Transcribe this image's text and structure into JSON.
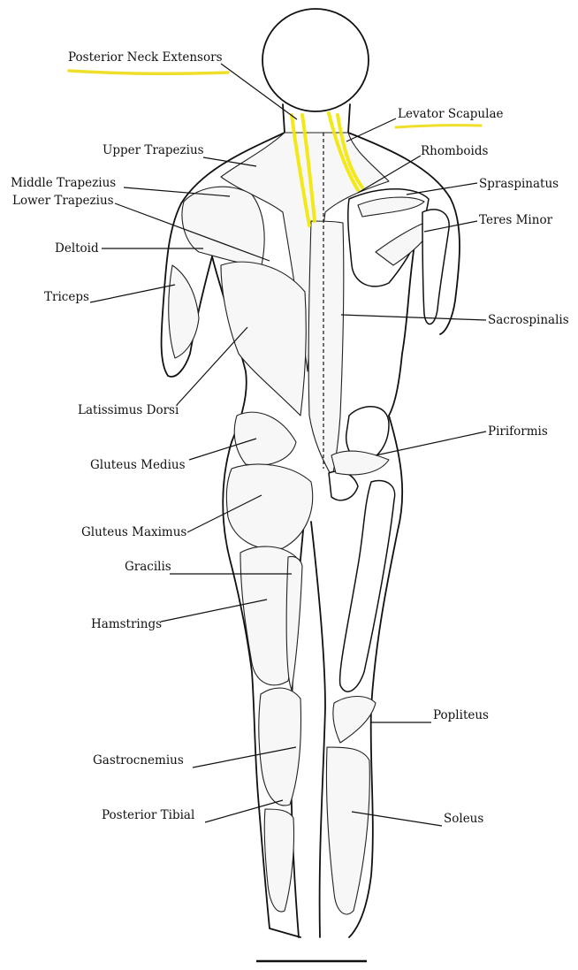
{
  "labels": {
    "posterior_neck_extensors": "Posterior Neck Extensors",
    "levator_scapulae": "Levator Scapulae",
    "upper_trapezius": "Upper Trapezius",
    "rhomboids": "Rhomboids",
    "middle_trapezius": "Middle Trapezius",
    "spraspinatus": "Spraspinatus",
    "lower_trapezius": "Lower Trapezius",
    "teres_minor": "Teres Minor",
    "deltoid": "Deltoid",
    "triceps": "Triceps",
    "sacrospinalis": "Sacrospinalis",
    "latissimus_dorsi": "Latissimus Dorsi",
    "piriformis": "Piriformis",
    "gluteus_medius": "Gluteus Medius",
    "gluteus_maximus": "Gluteus Maximus",
    "gracilis": "Gracilis",
    "hamstrings": "Hamstrings",
    "popliteus": "Popliteus",
    "gastrocnemius": "Gastrocnemius",
    "posterior_tibial": "Posterior Tibial",
    "soleus": "Soleus"
  },
  "colors": {
    "highlight": "#f2e600",
    "underline": "#f0df2a",
    "ink": "#111111"
  },
  "highlighted_structures": [
    "posterior_neck_extensors",
    "levator_scapulae"
  ]
}
